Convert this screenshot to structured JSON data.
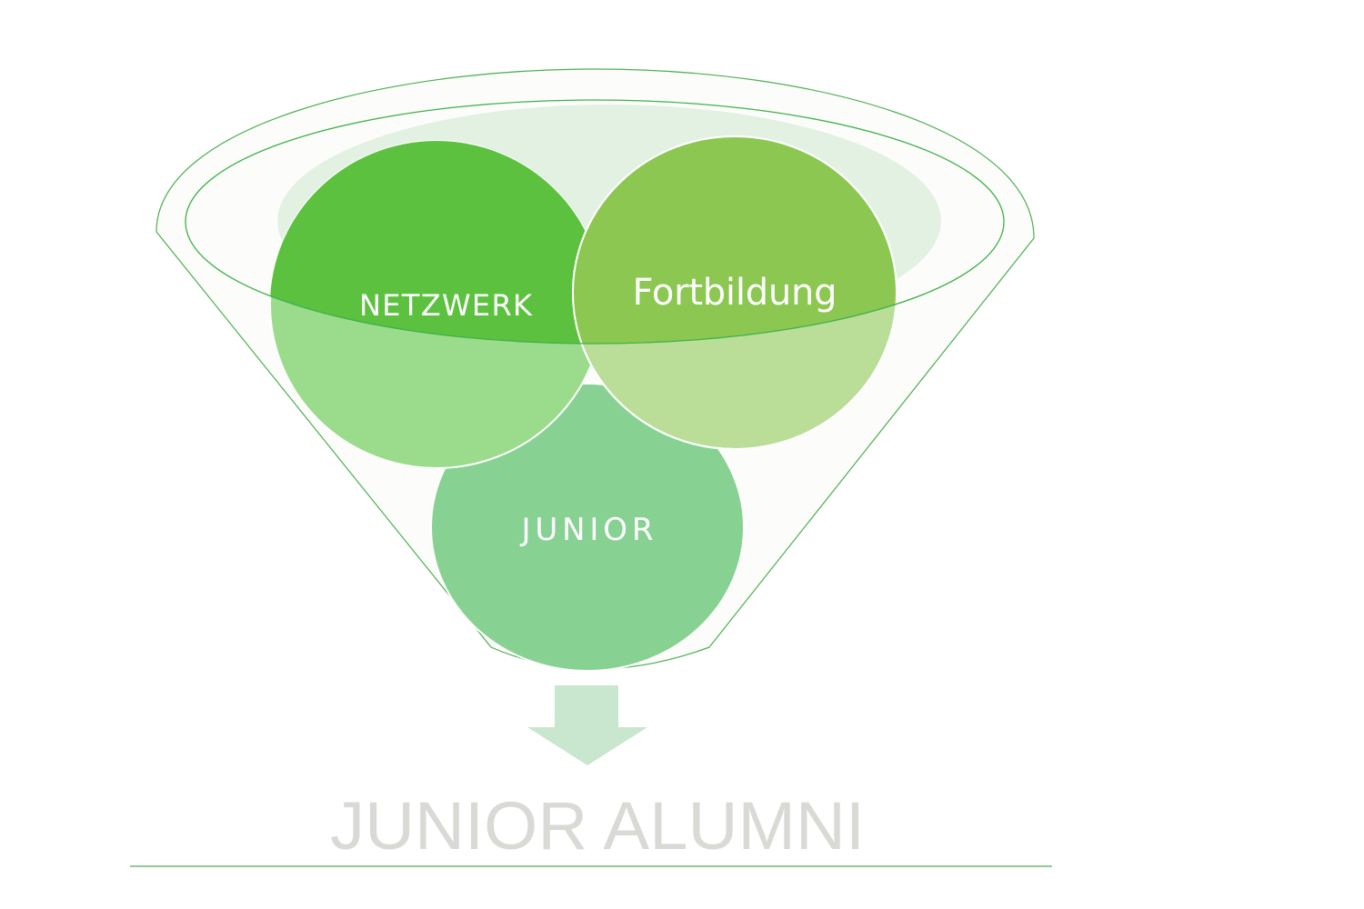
{
  "diagram": {
    "circles": [
      {
        "label": "NETZWERK",
        "color_top": "#5cc13e",
        "color_bottom": "#9bdb8c"
      },
      {
        "label": "Fortbildung",
        "color_top": "#8bc751",
        "color_bottom": "#badd98"
      },
      {
        "label": "JUNIOR",
        "color": "#87d293"
      }
    ],
    "result_label": "JUNIOR ALUMNI",
    "colors": {
      "funnel_outline": "#4caf50",
      "funnel_inner": "#e3f1e3",
      "arrow": "#c9e6cf",
      "result_text": "#d9d9d5",
      "rule": "#4caf50"
    }
  }
}
